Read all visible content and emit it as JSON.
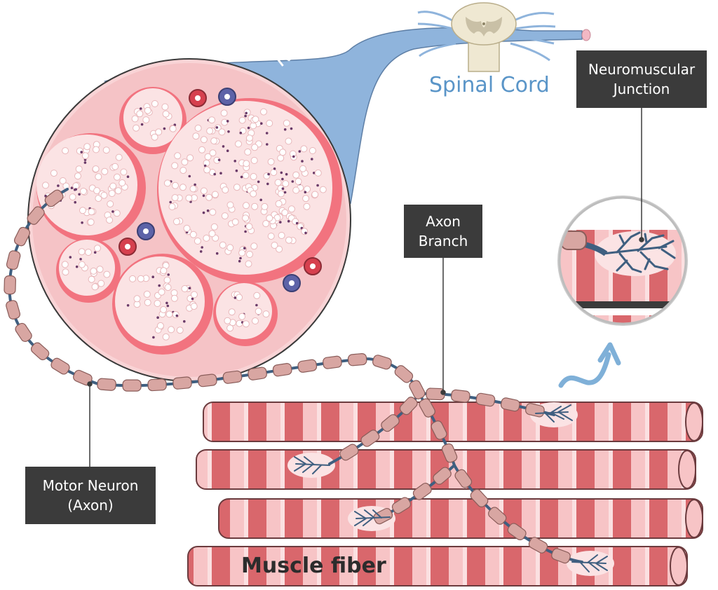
{
  "labels": {
    "spinal_cord": "Spinal Cord",
    "nerve": "Nerve",
    "neuromuscular_junction": [
      "Neuromuscular",
      "Junction"
    ],
    "axon_branch": [
      "Axon",
      "Branch"
    ],
    "motor_neuron": [
      "Motor Neuron",
      "(Axon)"
    ],
    "muscle_fiber": "Muscle fiber"
  },
  "colors": {
    "nerve_blue": "#8fb4dc",
    "fascicle_pink": "#f7c7cb",
    "perineurium_red": "#f2737f",
    "muscle_dark": "#d9676c",
    "muscle_light": "#f7c4c6",
    "myelin": "#d8a6a2",
    "axon": "#3f5f80",
    "label_bg": "#3b3b3b",
    "spinal_text": "#5a95c8"
  }
}
